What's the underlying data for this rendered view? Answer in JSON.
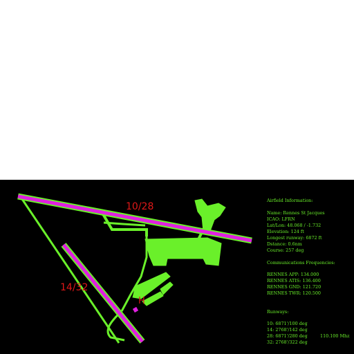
{
  "colors": {
    "background": "#000000",
    "taxiway": "#6af02a",
    "runway": "#e020e0",
    "label": "#e01818",
    "text": "#6af02a"
  },
  "map": {
    "runway_labels": [
      "10/28",
      "14/32"
    ],
    "helipad_label": "H"
  },
  "airfield": {
    "heading": "Airfield Information:",
    "name": "Name: Rennes St Jacques",
    "icao": "ICAO: LFRN",
    "latlon": "Lat/Lon: 48.068 / -1.732",
    "elevation": "Elevation: 124 ft",
    "longest_runway": "Longest runway: 6872 ft",
    "distance": "Dstance: 0.6nm",
    "course": "Course: 257 deg"
  },
  "comms": {
    "heading": "Communications Frequencies:",
    "items": [
      "RENNES APP: 134.000",
      "RENNES ATIS: 136.400",
      "RENNES GND: 121.720",
      "RENNES TWR: 120.500"
    ]
  },
  "runways": {
    "heading": "Runways:",
    "items": [
      "10: 6871'/100 deg",
      "14: 2768'/142 deg",
      "28: 6871'/280 deg",
      "32: 2768'/322 deg"
    ],
    "ils_freq": "110.100 Mhz"
  }
}
